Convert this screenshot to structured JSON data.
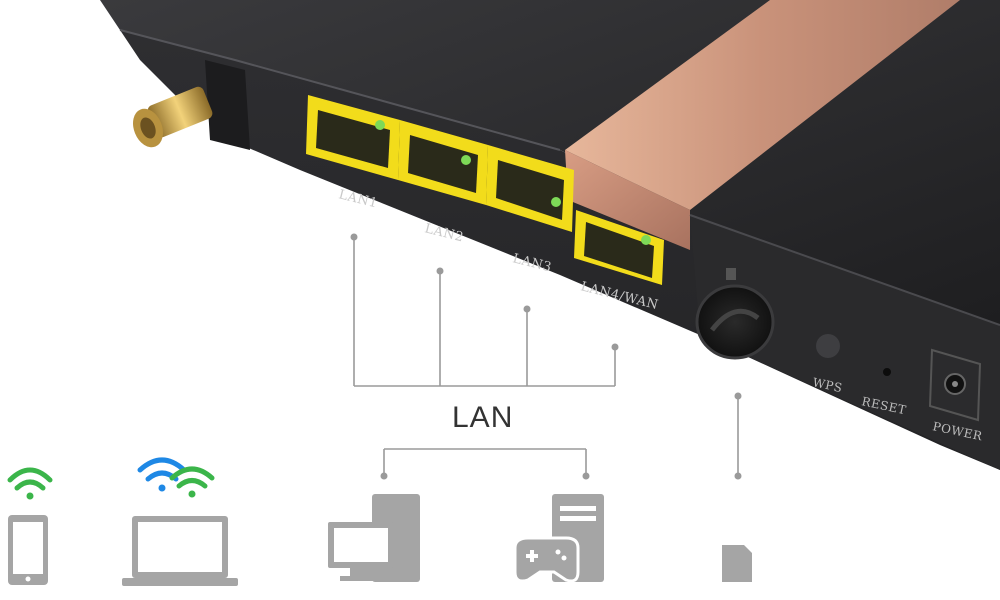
{
  "ports": {
    "lan1": "LAN1",
    "lan2": "LAN2",
    "lan3": "LAN3",
    "lan4": "LAN4/WAN"
  },
  "buttons": {
    "wps": "WPS",
    "reset": "RESET",
    "power": "POWER"
  },
  "diagram": {
    "lan_label": "LAN"
  },
  "colors": {
    "port_yellow": "#f2dc1b",
    "wifi_green": "#3bb54a",
    "wifi_blue": "#1e88e5",
    "router_body": "#2b2b2d",
    "accent_copper": "#d8a487",
    "icon_gray": "#a5a5a5",
    "line_gray": "#9a9a9a"
  },
  "icons": [
    "phone-icon",
    "laptop-icon",
    "desktop-icon",
    "game-console-icon",
    "sd-card-icon",
    "wifi-green-icon",
    "wifi-blue-icon"
  ]
}
